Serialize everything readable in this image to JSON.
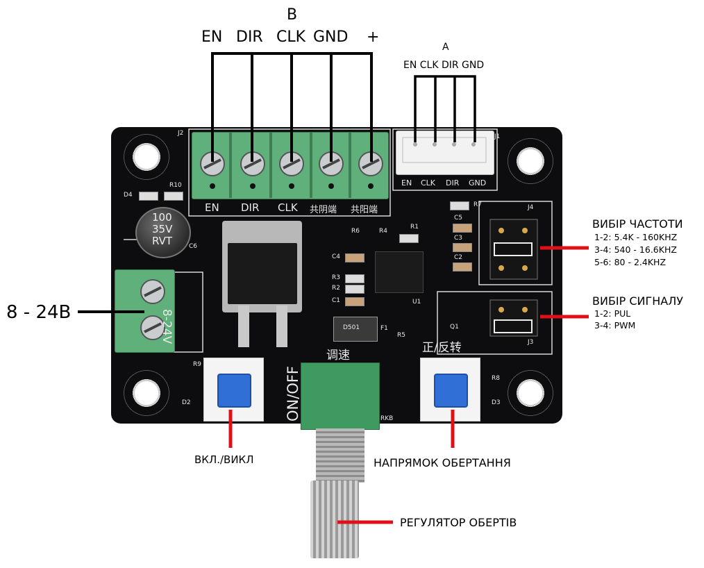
{
  "header_b": {
    "title": "B",
    "pins": [
      "EN",
      "DIR",
      "CLK",
      "GND",
      "+"
    ]
  },
  "header_a": {
    "title": "A",
    "pins": "EN CLK DIR GND"
  },
  "board": {
    "terminal_labels": [
      "EN",
      "DIR",
      "CLK",
      "共阴端",
      "共阳端"
    ],
    "j1_labels": [
      "EN",
      "CLK",
      "DIR",
      "GND"
    ],
    "on_off": "ON/OFF",
    "speed": "调速",
    "direction": "正/反转",
    "capacitor": [
      "100",
      "35V",
      "RVT"
    ],
    "power_side": "8-24V",
    "refs": [
      "J1",
      "J2",
      "J3",
      "J4",
      "R10",
      "D4",
      "C6",
      "R6",
      "R4",
      "R1",
      "R7",
      "C5",
      "C3",
      "C2",
      "C4",
      "R3",
      "R2",
      "C1",
      "U1",
      "D501",
      "F1",
      "R5",
      "Q1",
      "RKB",
      "R9",
      "R8",
      "D2",
      "D3"
    ]
  },
  "frequency": {
    "title": "ВИБІР ЧАСТОТИ",
    "options": [
      "1-2: 5.4K - 160KHZ",
      "3-4: 540 - 16.6KHZ",
      "5-6: 80 - 2.4KHZ"
    ]
  },
  "signal": {
    "title": "ВИБІР СИГНАЛУ",
    "options": [
      "1-2: PUL",
      "3-4: PWM"
    ]
  },
  "power": {
    "label": "8 - 24В"
  },
  "labels": {
    "on_off": "ВКЛ./ВИКЛ",
    "direction": "НАПРЯМОК ОБЕРТАННЯ",
    "speed": "РЕГУЛЯТОР ОБЕРТІВ"
  },
  "colors": {
    "pcb": "#0d0d0f",
    "terminal": "#5fb07a",
    "callout_red": "#e0101a",
    "button_blue": "#2f6fd6"
  }
}
